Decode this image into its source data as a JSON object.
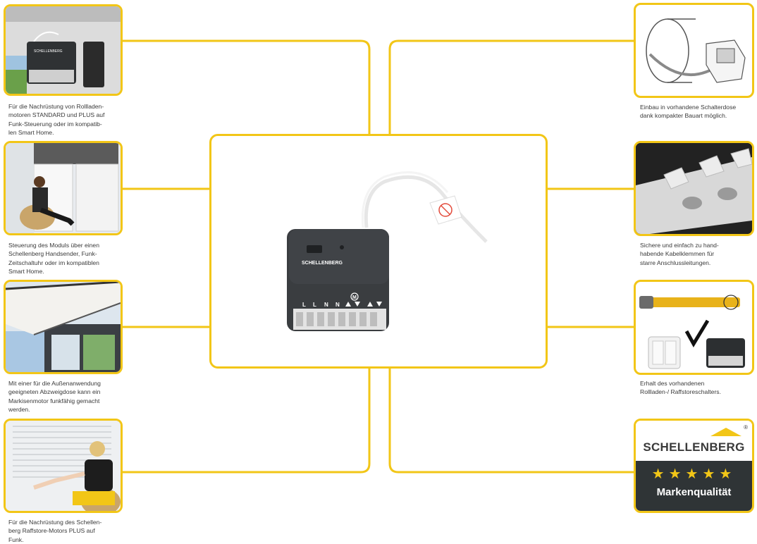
{
  "captions": {
    "left_1": [
      "Für die Nachrüstung von Rollladen-",
      "motoren STANDARD und PLUS auf",
      "Funk-Steuerung oder im kompatib-",
      "len Smart Home."
    ],
    "left_2": [
      "Steuerung des Moduls über einen",
      "Schellenberg Handsender, Funk-",
      "Zeitschaltuhr oder im kompatiblen",
      "Smart Home."
    ],
    "left_3": [
      "Mit einer für die Außenanwendung",
      "geeigneten Abzweigdose kann ein",
      "Markisenmotor funkfähig gemacht",
      "werden."
    ],
    "left_4": [
      "Für die Nachrüstung des Schellen-",
      "berg Raffstore-Motors PLUS auf",
      "Funk."
    ],
    "right_1": [
      "Einbau in vorhandene Schalterdose",
      "dank kompakter Bauart möglich."
    ],
    "right_2": [
      "Sichere und einfach zu hand-",
      "habende Kabelklemmen für",
      "starre Anschlussleitungen."
    ],
    "right_3": [
      "Erhalt des vorhandenen",
      "Rollladen-/ Raffstoreschalters."
    ]
  },
  "device": {
    "brand_label": "SCHELLENBERG",
    "pin_labels": [
      "L",
      "L",
      "N",
      "N"
    ],
    "motor_symbol": "M"
  },
  "brand_badge": {
    "name": "SCHELLENBERG",
    "registered": "®",
    "stars": "★★★★★",
    "quality": "Markenqualität"
  },
  "icons": {
    "left_1": "module-photo",
    "left_2": "woman-remote-photo",
    "left_3": "awning-photo",
    "left_4": "woman-raffstore-photo",
    "right_1": "switch-box-diagram",
    "right_2": "cable-clamp-photo",
    "right_3": "motor-switch-check-diagram"
  },
  "colors": {
    "accent": "#f2c617",
    "dark": "#2f3436"
  }
}
